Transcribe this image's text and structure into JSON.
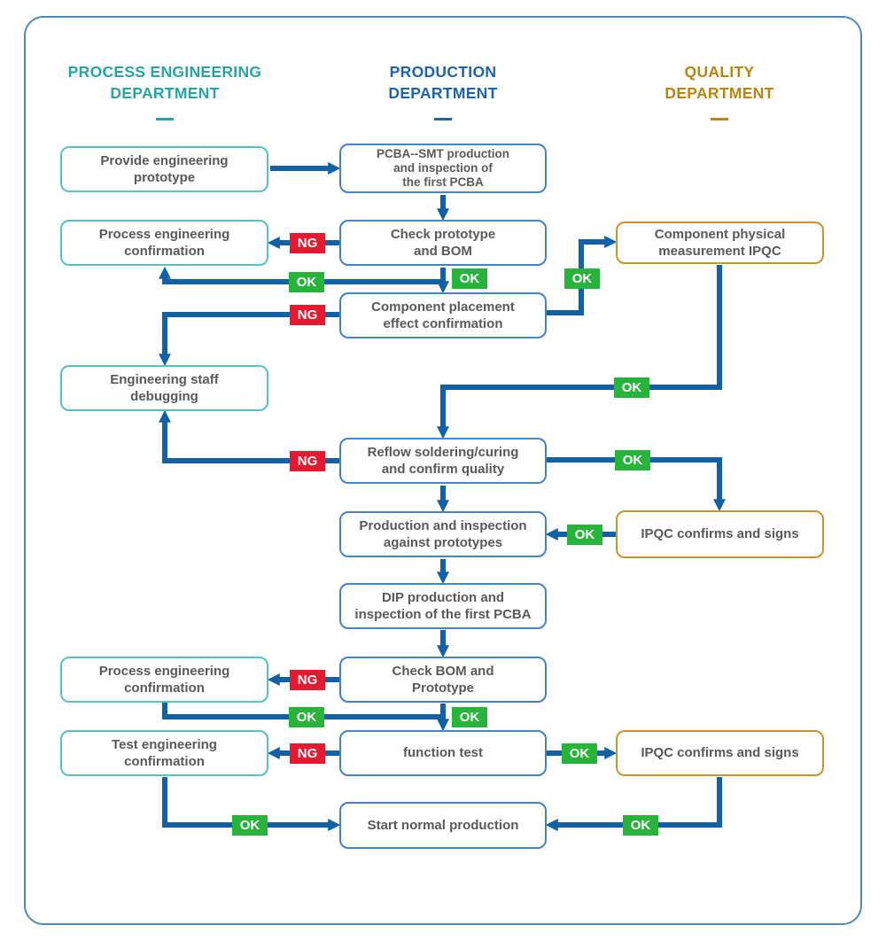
{
  "colors": {
    "teal": "#27a5a2",
    "blue_header": "#1d64ab",
    "orange": "#b8860f",
    "teal_border": "#55c3c1",
    "blue_border": "#4384c4",
    "orange_border": "#c9952c",
    "arrow": "#1261a5",
    "ok": "#28b43b",
    "ng": "#e51a30",
    "box_text": "#58595b",
    "frame": "#4f8ab3"
  },
  "columns": {
    "process": {
      "lines": [
        "PROCESS ENGINEERING",
        "DEPARTMENT"
      ]
    },
    "production": {
      "lines": [
        "PRODUCTION",
        "DEPARTMENT"
      ]
    },
    "quality": {
      "lines": [
        "QUALITY",
        "DEPARTMENT"
      ]
    }
  },
  "labels": {
    "ok": "OK",
    "ng": "NG"
  },
  "nodes": {
    "provide_prototype": {
      "lines": [
        "Provide engineering",
        "prototype"
      ]
    },
    "pcba_smt": {
      "lines": [
        "PCBA--SMT production",
        "and inspection of",
        "the first PCBA"
      ]
    },
    "process_confirm_1": {
      "lines": [
        "Process engineering",
        "confirmation"
      ]
    },
    "check_prototype_bom": {
      "lines": [
        "Check prototype",
        "and BOM"
      ]
    },
    "component_measurement": {
      "lines": [
        "Component physical",
        "measurement IPQC"
      ]
    },
    "placement_confirm": {
      "lines": [
        "Component placement",
        "effect confirmation"
      ]
    },
    "engineering_debug": {
      "lines": [
        "Engineering staff",
        "debugging"
      ]
    },
    "reflow": {
      "lines": [
        "Reflow soldering/curing",
        "and confirm quality"
      ]
    },
    "production_inspection": {
      "lines": [
        "Production and inspection",
        "against prototypes"
      ]
    },
    "ipqc_signs_1": {
      "lines": [
        "IPQC confirms and signs"
      ]
    },
    "dip_production": {
      "lines": [
        "DIP production and",
        "inspection of the first PCBA"
      ]
    },
    "process_confirm_2": {
      "lines": [
        "Process engineering",
        "confirmation"
      ]
    },
    "check_bom_prototype": {
      "lines": [
        "Check BOM and",
        "Prototype"
      ]
    },
    "test_confirm": {
      "lines": [
        "Test engineering",
        "confirmation"
      ]
    },
    "function_test": {
      "lines": [
        "function test"
      ]
    },
    "ipqc_signs_2": {
      "lines": [
        "IPQC confirms and signs"
      ]
    },
    "start_production": {
      "lines": [
        "Start normal production"
      ]
    }
  }
}
